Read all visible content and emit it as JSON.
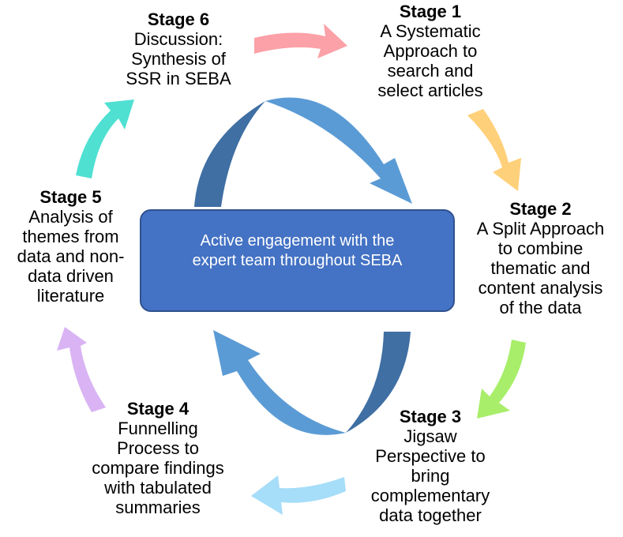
{
  "center": {
    "text": "Active engagement with the\nexpert team throughout SEBA"
  },
  "stages": [
    {
      "number": "Stage 1",
      "description": "A Systematic\nApproach to\nsearch and\nselect articles",
      "arrow_color": "#ffd07a"
    },
    {
      "number": "Stage 2",
      "description": "A Split Approach\nto combine\nthematic and\ncontent analysis\nof the data",
      "arrow_color": "#a8ee6a"
    },
    {
      "number": "Stage 3",
      "description": "Jigsaw\nPerspective to\nbring\ncomplementary\ndata together",
      "arrow_color": "#a6ddf8"
    },
    {
      "number": "Stage 4",
      "description": "Funnelling\nProcess to\ncompare findings\nwith tabulated\nsummaries",
      "arrow_color": "#d9b3f3"
    },
    {
      "number": "Stage 5",
      "description": "Analysis of\nthemes from\ndata and non-\ndata driven\nliterature",
      "arrow_color": "#4fe0d2"
    },
    {
      "number": "Stage 6",
      "description": "Discussion:\nSynthesis of\nSSR in SEBA",
      "arrow_color": "#fba1a7"
    }
  ],
  "inner_arrow_colors": {
    "dark": "#3f6fa3",
    "light": "#5b9bd5"
  }
}
